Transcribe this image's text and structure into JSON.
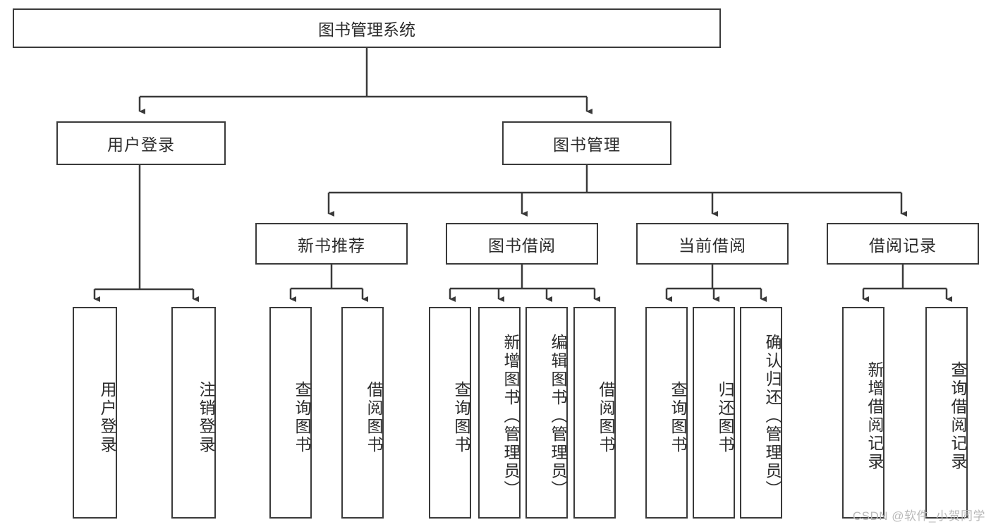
{
  "diagram": {
    "title": "图书管理系统",
    "watermark": "CSDN @软件_小贺同学",
    "colors": {
      "stroke": "#3a3a3a",
      "fill": "#ffffff",
      "text": "#2b2b2b",
      "watermark": "#b9b9b9"
    },
    "root": {
      "label": "图书管理系统"
    },
    "level2": [
      {
        "label": "用户登录"
      },
      {
        "label": "图书管理"
      }
    ],
    "level3": [
      {
        "label": "新书推荐"
      },
      {
        "label": "图书借阅"
      },
      {
        "label": "当前借阅"
      },
      {
        "label": "借阅记录"
      }
    ],
    "leaves": {
      "user_login": [
        {
          "label": "用户登录"
        },
        {
          "label": "注销登录"
        }
      ],
      "new_book_recommend": [
        {
          "label": "查询图书"
        },
        {
          "label": "借阅图书"
        }
      ],
      "book_borrow": [
        {
          "label": "查询图书"
        },
        {
          "label": "新增图书（管理员）"
        },
        {
          "label": "编辑图书（管理员）"
        },
        {
          "label": "借阅图书"
        }
      ],
      "current_borrow": [
        {
          "label": "查询图书"
        },
        {
          "label": "归还图书"
        },
        {
          "label": "确认归还（管理员）"
        }
      ],
      "borrow_record": [
        {
          "label": "新增借阅记录"
        },
        {
          "label": "查询借阅记录"
        }
      ]
    }
  },
  "chart_data": {
    "type": "diagram",
    "title": "图书管理系统",
    "structure": "tree",
    "nodes": [
      {
        "id": "root",
        "label": "图书管理系统",
        "level": 1,
        "parent": null
      },
      {
        "id": "user_login",
        "label": "用户登录",
        "level": 2,
        "parent": "root"
      },
      {
        "id": "book_mgmt",
        "label": "图书管理",
        "level": 2,
        "parent": "root"
      },
      {
        "id": "new_book",
        "label": "新书推荐",
        "level": 3,
        "parent": "book_mgmt"
      },
      {
        "id": "book_borrow",
        "label": "图书借阅",
        "level": 3,
        "parent": "book_mgmt"
      },
      {
        "id": "current_borrow",
        "label": "当前借阅",
        "level": 3,
        "parent": "book_mgmt"
      },
      {
        "id": "borrow_record",
        "label": "借阅记录",
        "level": 3,
        "parent": "book_mgmt"
      },
      {
        "id": "l1",
        "label": "用户登录",
        "level": 4,
        "parent": "user_login"
      },
      {
        "id": "l2",
        "label": "注销登录",
        "level": 4,
        "parent": "user_login"
      },
      {
        "id": "l3",
        "label": "查询图书",
        "level": 4,
        "parent": "new_book"
      },
      {
        "id": "l4",
        "label": "借阅图书",
        "level": 4,
        "parent": "new_book"
      },
      {
        "id": "l5",
        "label": "查询图书",
        "level": 4,
        "parent": "book_borrow"
      },
      {
        "id": "l6",
        "label": "新增图书（管理员）",
        "level": 4,
        "parent": "book_borrow"
      },
      {
        "id": "l7",
        "label": "编辑图书（管理员）",
        "level": 4,
        "parent": "book_borrow"
      },
      {
        "id": "l8",
        "label": "借阅图书",
        "level": 4,
        "parent": "book_borrow"
      },
      {
        "id": "l9",
        "label": "查询图书",
        "level": 4,
        "parent": "current_borrow"
      },
      {
        "id": "l10",
        "label": "归还图书",
        "level": 4,
        "parent": "current_borrow"
      },
      {
        "id": "l11",
        "label": "确认归还（管理员）",
        "level": 4,
        "parent": "current_borrow"
      },
      {
        "id": "l12",
        "label": "新增借阅记录",
        "level": 4,
        "parent": "borrow_record"
      },
      {
        "id": "l13",
        "label": "查询借阅记录",
        "level": 4,
        "parent": "borrow_record"
      }
    ]
  }
}
